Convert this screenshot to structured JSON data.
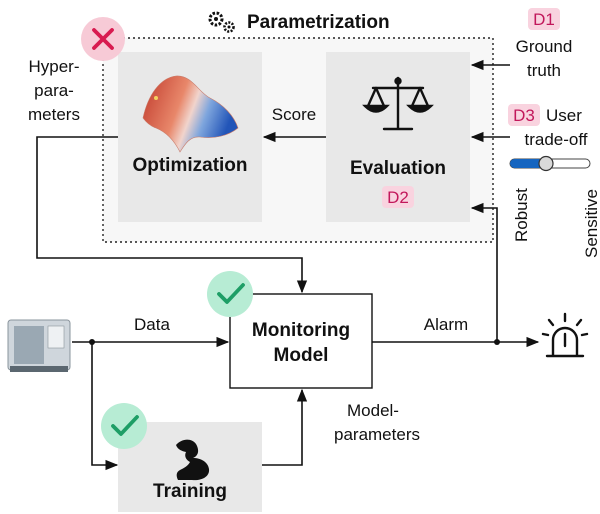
{
  "parametrization": {
    "title": "Parametrization"
  },
  "optimization": {
    "label": "Optimization"
  },
  "evaluation": {
    "label": "Evaluation",
    "tag": "D2"
  },
  "score_label": "Score",
  "hyperparams_label": [
    "Hyper-",
    "para-",
    "meters"
  ],
  "ground_truth": {
    "tag": "D1",
    "lines": [
      "Ground",
      "truth"
    ]
  },
  "user_tradeoff": {
    "tag": "D3",
    "line1": "User",
    "line2": "trade-off",
    "slider_value": 0.45,
    "left_label": "Robust",
    "right_label": "Sensitive"
  },
  "monitoring": {
    "lines": [
      "Monitoring",
      "Model"
    ]
  },
  "data_label": "Data",
  "alarm_label": "Alarm",
  "training": {
    "label": "Training"
  },
  "model_params_label": [
    "Model-",
    "parameters"
  ],
  "colors": {
    "box_fill": "#e8e8e8",
    "tag_fill": "#f9d3df",
    "tag_text": "#c2185b",
    "check_fill": "#b7ecd4",
    "check_stroke": "#1e9e66",
    "cross_fill": "#f7cad6",
    "cross_stroke": "#d81b50",
    "slider": "#1565c0"
  }
}
